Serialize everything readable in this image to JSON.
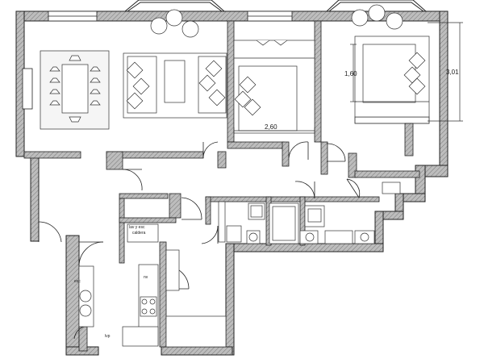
{
  "dimensions": {
    "living_wall_height": "1,60",
    "bedroom_width": "2,60",
    "bedroom_height": "3,01"
  },
  "labels": {
    "laundry": "lav y esc",
    "boiler": "caldera",
    "esc": "esc",
    "fridge": "nv",
    "lp": "lvp"
  }
}
